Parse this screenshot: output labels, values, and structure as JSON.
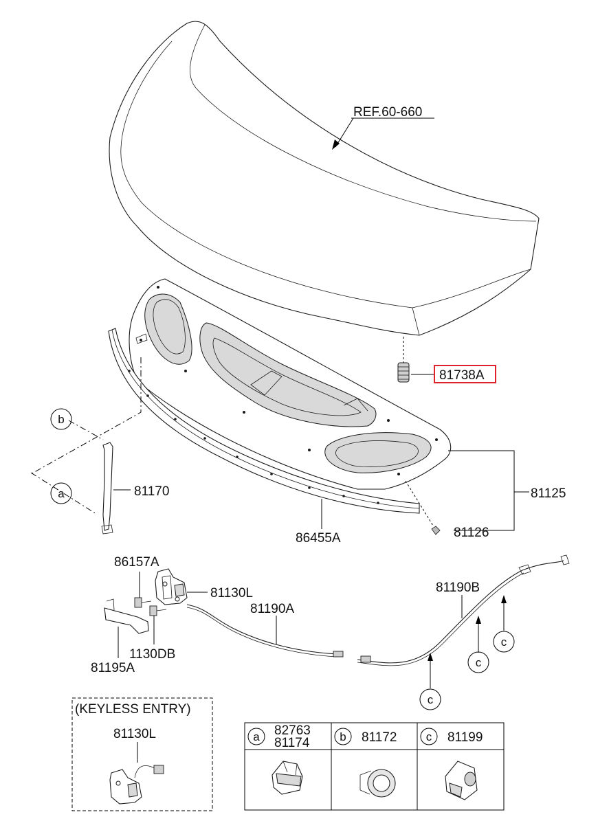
{
  "labels": {
    "ref": "REF.60-660",
    "p81738A": "81738A",
    "p81125": "81125",
    "p81126": "81126",
    "p86455A": "86455A",
    "p81170": "81170",
    "p86157A": "86157A",
    "p81130L": "81130L",
    "p81190A": "81190A",
    "p81190B": "81190B",
    "p1130DB": "1130DB",
    "p81195A": "81195A"
  },
  "callouts": {
    "a": "a",
    "b": "b",
    "c": "c"
  },
  "keyless": {
    "title": "(KEYLESS ENTRY)",
    "part": "81130L"
  },
  "legend": {
    "a_letter": "a",
    "a_part1": "82763",
    "a_part2": "81174",
    "b_letter": "b",
    "b_part": "81172",
    "c_letter": "c",
    "c_part": "81199"
  },
  "highlight_color": "#e0202a"
}
